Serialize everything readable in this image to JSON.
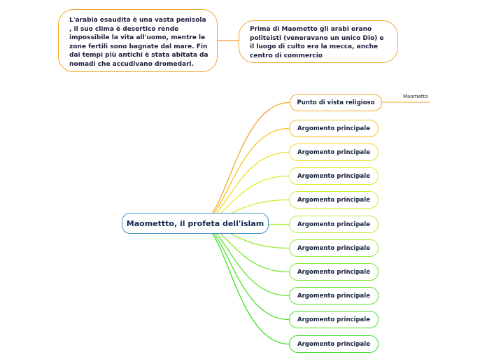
{
  "notes": [
    "L'arabia esaudita è una vasta penisola , il suo clima è desertico rende impossibile la vita all'uomo, mentre le zone fertili sono bagnate dal mare. Fin dai tempi più antichi è stata abitata da nomadi che accudivano dromedari.",
    "Prima di Maometto gli arabi erano politeisti  (veneravano un unico Dio) e il luogo di culto era la mecca, anche centro di commercio"
  ],
  "central": "Maomettto, il profeta dell'islam",
  "branches": [
    {
      "label": "Punto di vista religioso",
      "color": "#f4a52a"
    },
    {
      "label": "Argomento principale",
      "color": "#f6c219"
    },
    {
      "label": "Argomento principale",
      "color": "#efde25"
    },
    {
      "label": "Argomento principale",
      "color": "#e3ef2c"
    },
    {
      "label": "Argomento principale",
      "color": "#cbef2e"
    },
    {
      "label": "Argomento principale",
      "color": "#b4ee30"
    },
    {
      "label": "Argomento principale",
      "color": "#98ec2f"
    },
    {
      "label": "Argomento principale",
      "color": "#7ae82c"
    },
    {
      "label": "Argomento principale",
      "color": "#5fe52a"
    },
    {
      "label": "Argomento principale",
      "color": "#4be228"
    },
    {
      "label": "Argomento principale",
      "color": "#3cdf26"
    }
  ],
  "subtopic": "Maometto"
}
